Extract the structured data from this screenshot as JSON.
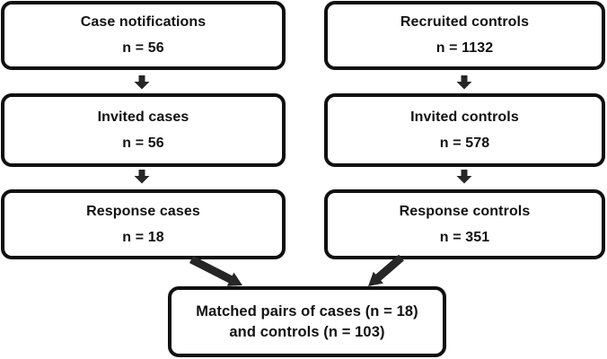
{
  "figure": {
    "background_color": "#ffffff",
    "colors": {
      "box_border": "#0f0f0f",
      "text": "#111111",
      "arrow": "#262626"
    },
    "columns": [
      {
        "id": "cases",
        "boxes": [
          {
            "label": "Case notifications",
            "count": "n = 56"
          },
          {
            "label": "Invited cases",
            "count": "n = 56"
          },
          {
            "label": "Response cases",
            "count": "n = 18"
          }
        ]
      },
      {
        "id": "controls",
        "boxes": [
          {
            "label": "Recruited controls",
            "count": "n = 1132"
          },
          {
            "label": "Invited controls",
            "count": "n = 578"
          },
          {
            "label": "Response controls",
            "count": "n = 351"
          }
        ]
      }
    ],
    "result": {
      "line1": "Matched pairs of cases (n = 18)",
      "line2": "and controls (n = 103)"
    },
    "icons": {
      "down_arrow": "down-arrow-icon",
      "diagonal_arrow": "diagonal-arrow-icon"
    }
  }
}
